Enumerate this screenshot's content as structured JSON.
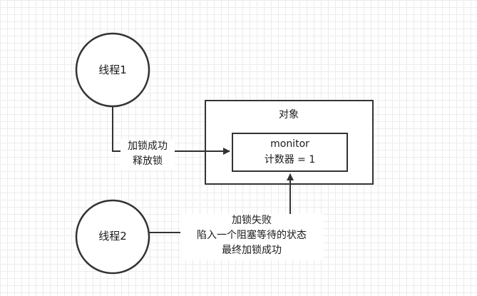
{
  "nodes": {
    "thread1": {
      "label": "线程1"
    },
    "thread2": {
      "label": "线程2"
    },
    "object": {
      "title": "对象"
    },
    "monitor": {
      "line1": "monitor",
      "line2": "计数器 = 1"
    }
  },
  "edges": {
    "thread1_to_monitor": {
      "line1": "加锁成功",
      "line2": "释放锁"
    },
    "thread2_to_monitor": {
      "line1": "加锁失败",
      "line2": "陷入一个阻塞等待的状态",
      "line3": "最终加锁成功"
    }
  },
  "colors": {
    "stroke": "#333333",
    "text": "#1a1a1a",
    "grid": "#ececec",
    "background": "#ffffff"
  }
}
